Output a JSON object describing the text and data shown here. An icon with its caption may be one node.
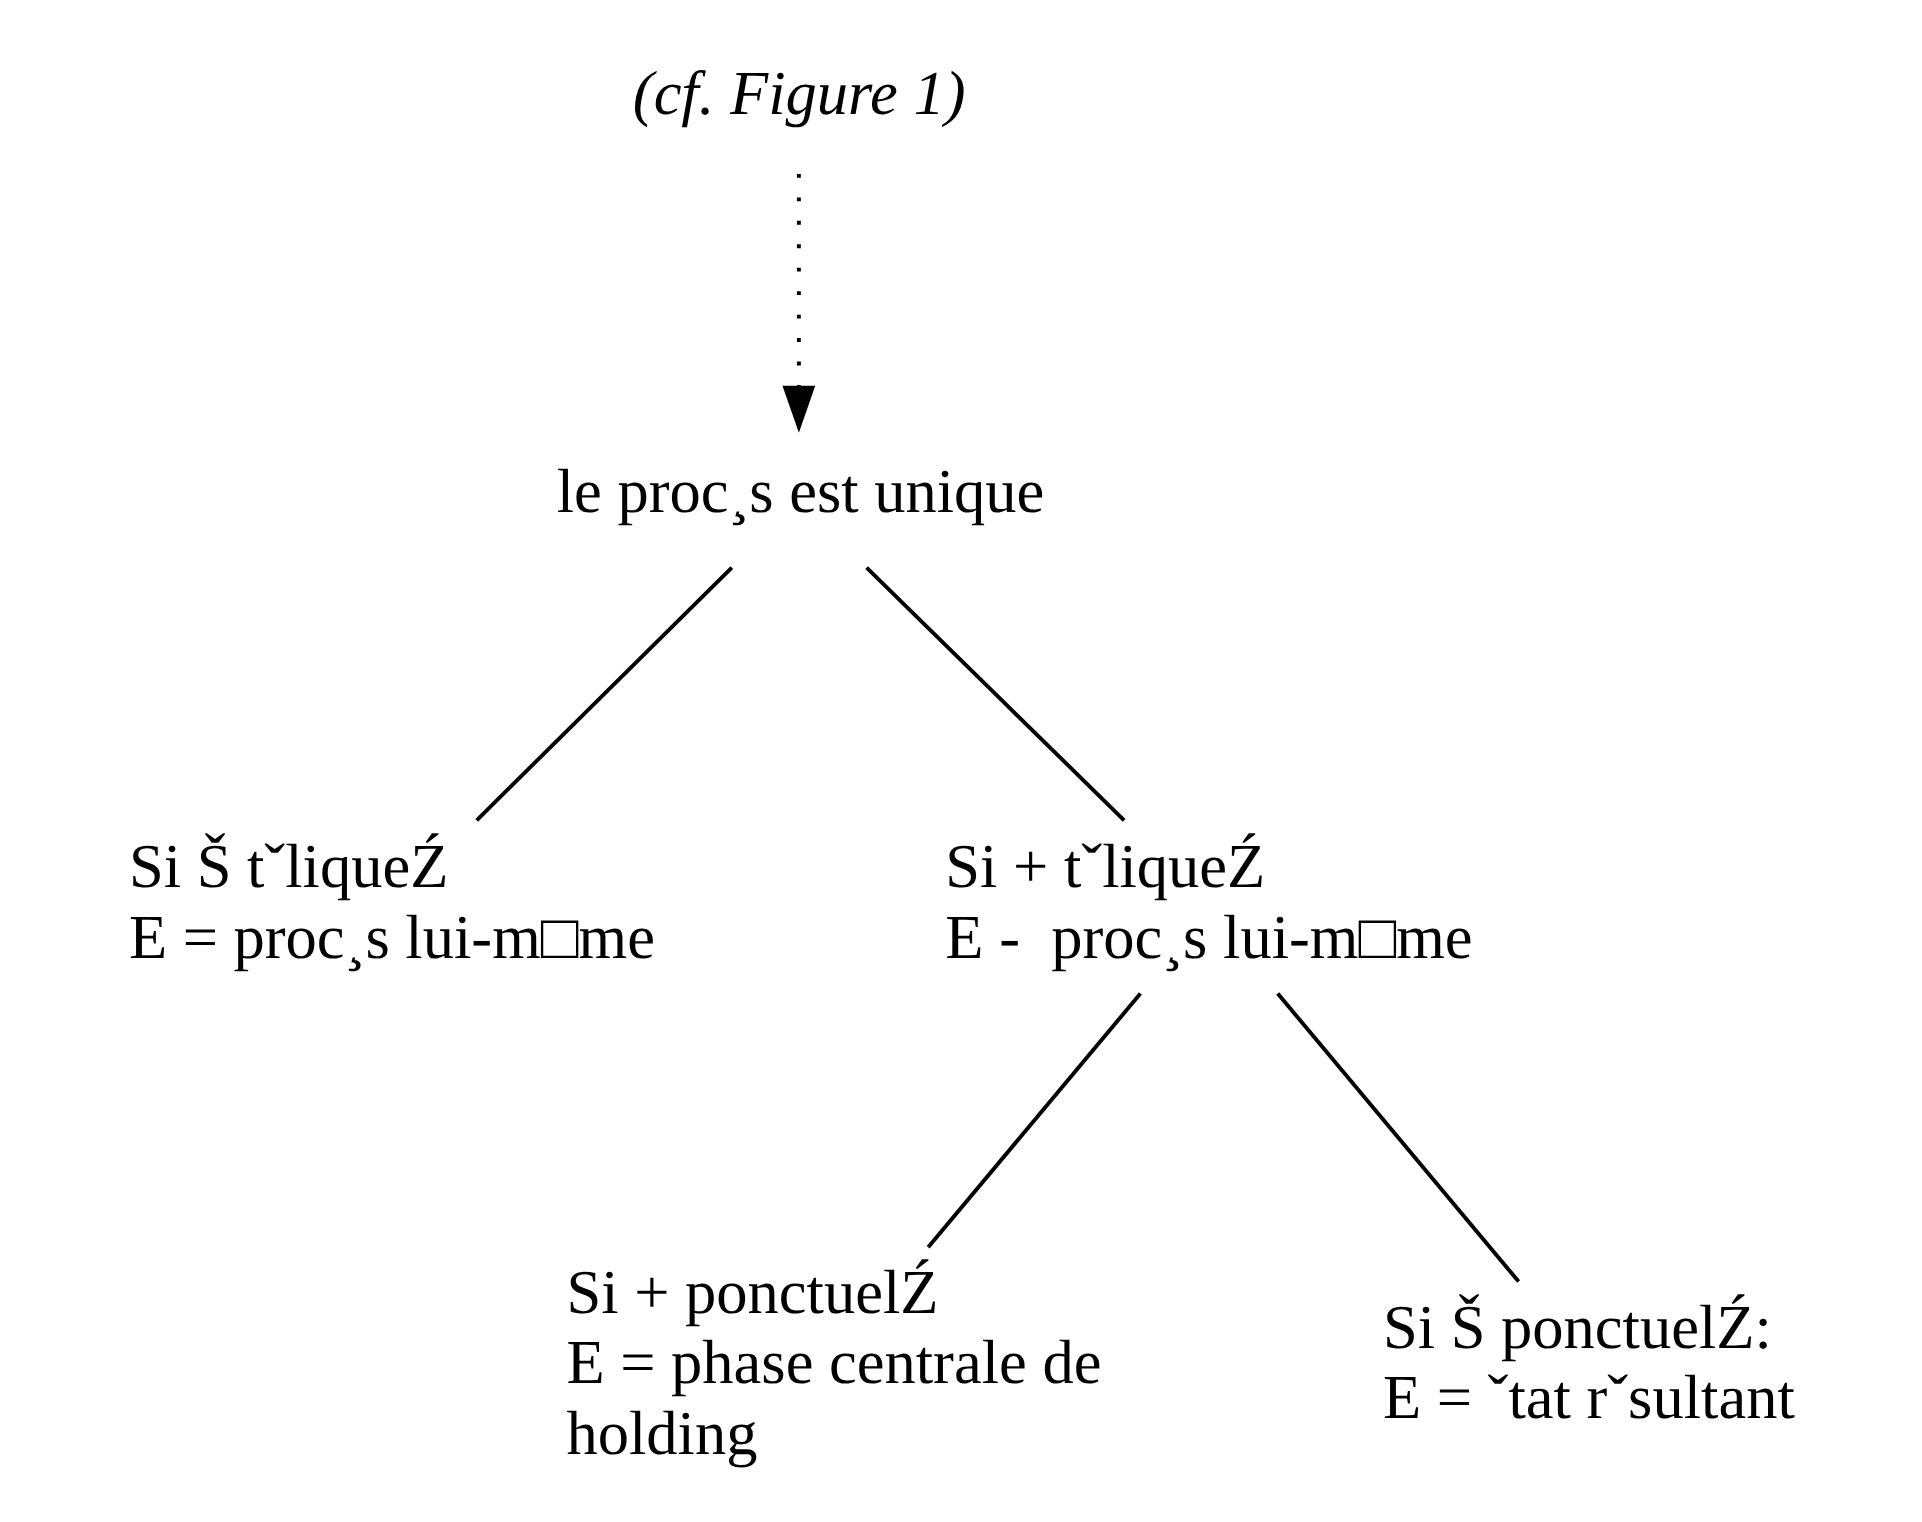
{
  "diagram": {
    "nodes": [
      {
        "text": [
          "(cf. Figure 1)"
        ]
      },
      {
        "text": [
          "le proc¸s est unique"
        ]
      },
      {
        "text": [
          "Si Š tˇliqueŹ",
          "E = proc¸s lui-m□me"
        ]
      },
      {
        "text": [
          "Si + tˇliqueŹ",
          "E -  proc¸s lui-m□me"
        ]
      },
      {
        "text": [
          "Si + ponctuelŹ",
          "E = phase centrale de holding"
        ]
      },
      {
        "text": [
          "Si Š ponctuelŹ:",
          "E = ˇtat rˇsultant"
        ]
      }
    ],
    "edges": [
      {
        "from": 0,
        "to": 1,
        "arrow": "to",
        "style": "dashed"
      },
      {
        "from": 1,
        "to": 2,
        "arrow": "none"
      },
      {
        "from": 1,
        "to": 3,
        "arrow": "none"
      },
      {
        "from": 3,
        "to": 4,
        "arrow": "none"
      },
      {
        "from": 3,
        "to": 5,
        "arrow": "none"
      }
    ]
  }
}
